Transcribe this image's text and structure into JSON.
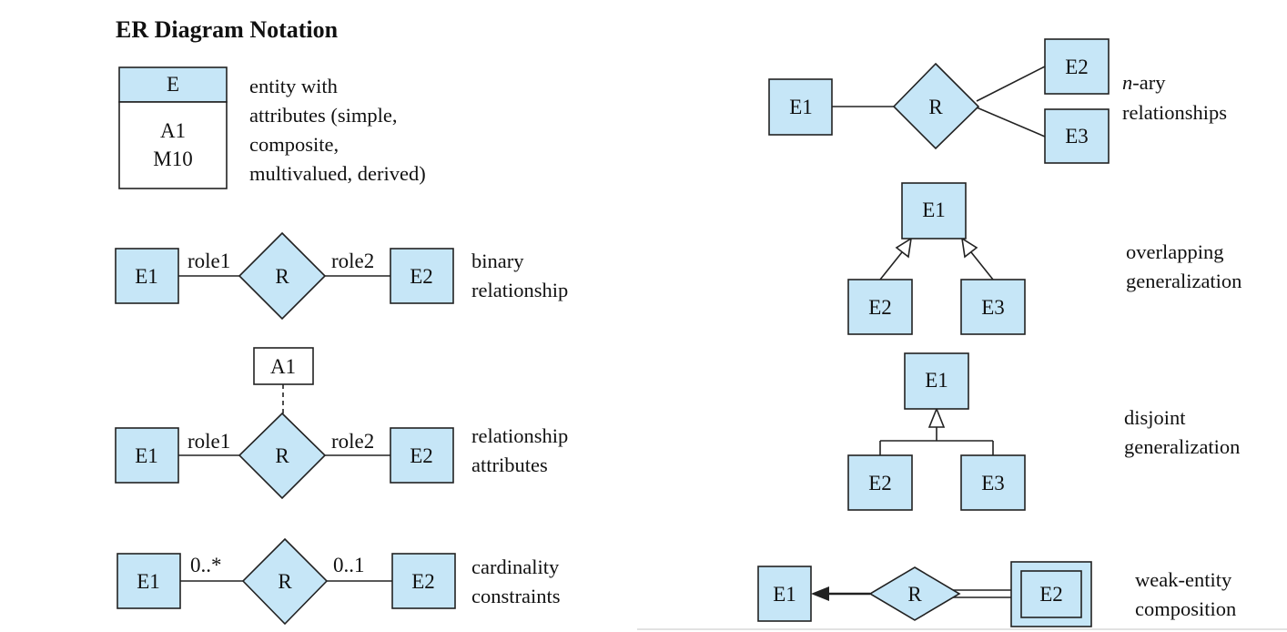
{
  "title": "ER Diagram Notation",
  "colors": {
    "entity_fill": "#c6e6f7",
    "stroke": "#222222"
  },
  "entity": {
    "name": "E",
    "attributes": [
      "A1",
      "M10"
    ],
    "description": [
      "entity with",
      "attributes (simple,",
      "composite,",
      "multivalued, derived)"
    ]
  },
  "binary": {
    "e1": "E1",
    "e2": "E2",
    "rel": "R",
    "role1": "role1",
    "role2": "role2",
    "description": [
      "binary",
      "relationship"
    ]
  },
  "rel_attr": {
    "attr": "A1",
    "e1": "E1",
    "e2": "E2",
    "rel": "R",
    "role1": "role1",
    "role2": "role2",
    "description": [
      "relationship",
      "attributes"
    ]
  },
  "cardinality": {
    "e1": "E1",
    "e2": "E2",
    "rel": "R",
    "left": "0..*",
    "right": "0..1",
    "description": [
      "cardinality",
      "constraints"
    ]
  },
  "nary": {
    "e1": "E1",
    "e2": "E2",
    "e3": "E3",
    "rel": "R",
    "description_italic": "n",
    "description_rest": "-ary",
    "description_line2": "relationships"
  },
  "overlapping": {
    "parent": "E1",
    "child1": "E2",
    "child2": "E3",
    "description": [
      "overlapping",
      "generalization"
    ]
  },
  "disjoint": {
    "parent": "E1",
    "child1": "E2",
    "child2": "E3",
    "description": [
      "disjoint",
      "generalization"
    ]
  },
  "weak": {
    "e1": "E1",
    "e2": "E2",
    "rel": "R",
    "description": [
      "weak-entity",
      "composition"
    ]
  }
}
